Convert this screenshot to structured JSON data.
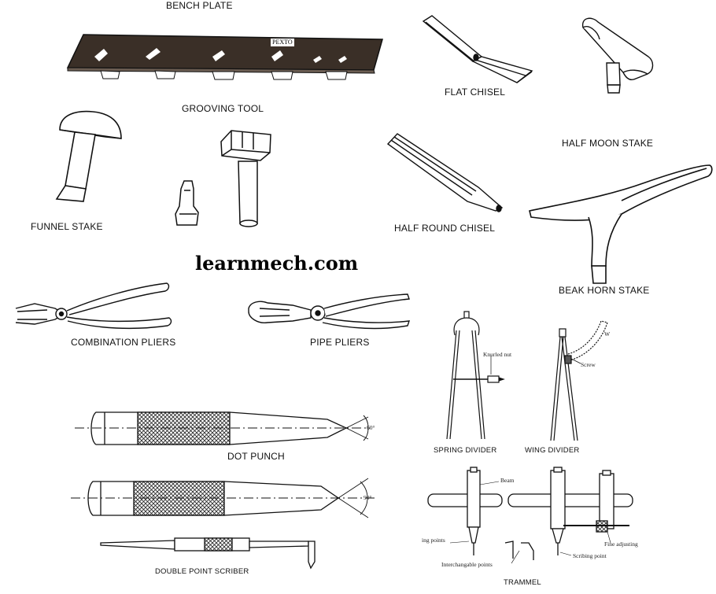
{
  "watermark": "learnmech.com",
  "bench_plate": {
    "label": "BENCH PLATE",
    "stamp": "PEXTO"
  },
  "flat_chisel": {
    "label": "FLAT CHISEL"
  },
  "half_moon_stake": {
    "label": "HALF MOON STAKE"
  },
  "grooving_tool": {
    "label": "GROOVING TOOL"
  },
  "funnel_stake": {
    "label": "FUNNEL STAKE"
  },
  "half_round_chisel": {
    "label": "HALF ROUND CHISEL"
  },
  "beak_horn_stake": {
    "label": "BEAK HORN STAKE"
  },
  "combination_pliers": {
    "label": "COMBINATION PLIERS"
  },
  "pipe_pliers": {
    "label": "PIPE PLIERS"
  },
  "dot_punch": {
    "label": "DOT PUNCH",
    "angle": "60°"
  },
  "center_punch": {
    "angle": "90°"
  },
  "double_point_scriber": {
    "label": "DOUBLE POINT SCRIBER"
  },
  "spring_divider": {
    "label": "SPRING DIVIDER",
    "callout_nut": "Knurled nut"
  },
  "wing_divider": {
    "label": "WING DIVIDER",
    "callout_wing": "W",
    "callout_screw": "Screw"
  },
  "trammel": {
    "label": "TRAMMEL",
    "callout_beam": "Beam",
    "callout_points": "ing points",
    "callout_interchangeable": "Interchangable points",
    "callout_scribing": "Scribing point",
    "callout_fine": "Fine adjusting"
  }
}
